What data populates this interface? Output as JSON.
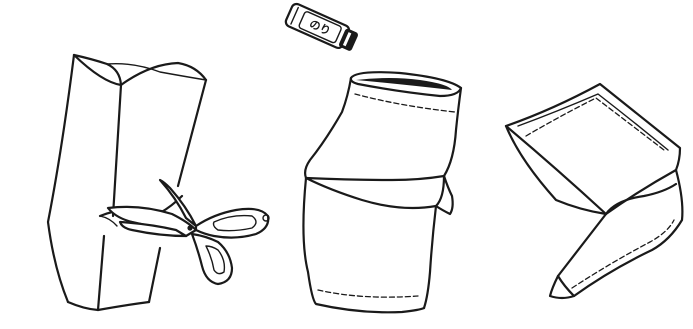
{
  "glue_stick": {
    "label": "のり",
    "icon": "glue-stick-icon"
  },
  "steps": [
    {
      "name": "cut-carton",
      "icons": [
        "milk-carton-icon",
        "scissors-icon"
      ]
    },
    {
      "name": "glue-pocket",
      "icons": [
        "pouch-with-pocket-icon"
      ]
    },
    {
      "name": "finished-pouch",
      "icons": [
        "finished-pouch-icon"
      ]
    }
  ],
  "colors": {
    "ink": "#1a1a1a",
    "background": "#ffffff"
  }
}
